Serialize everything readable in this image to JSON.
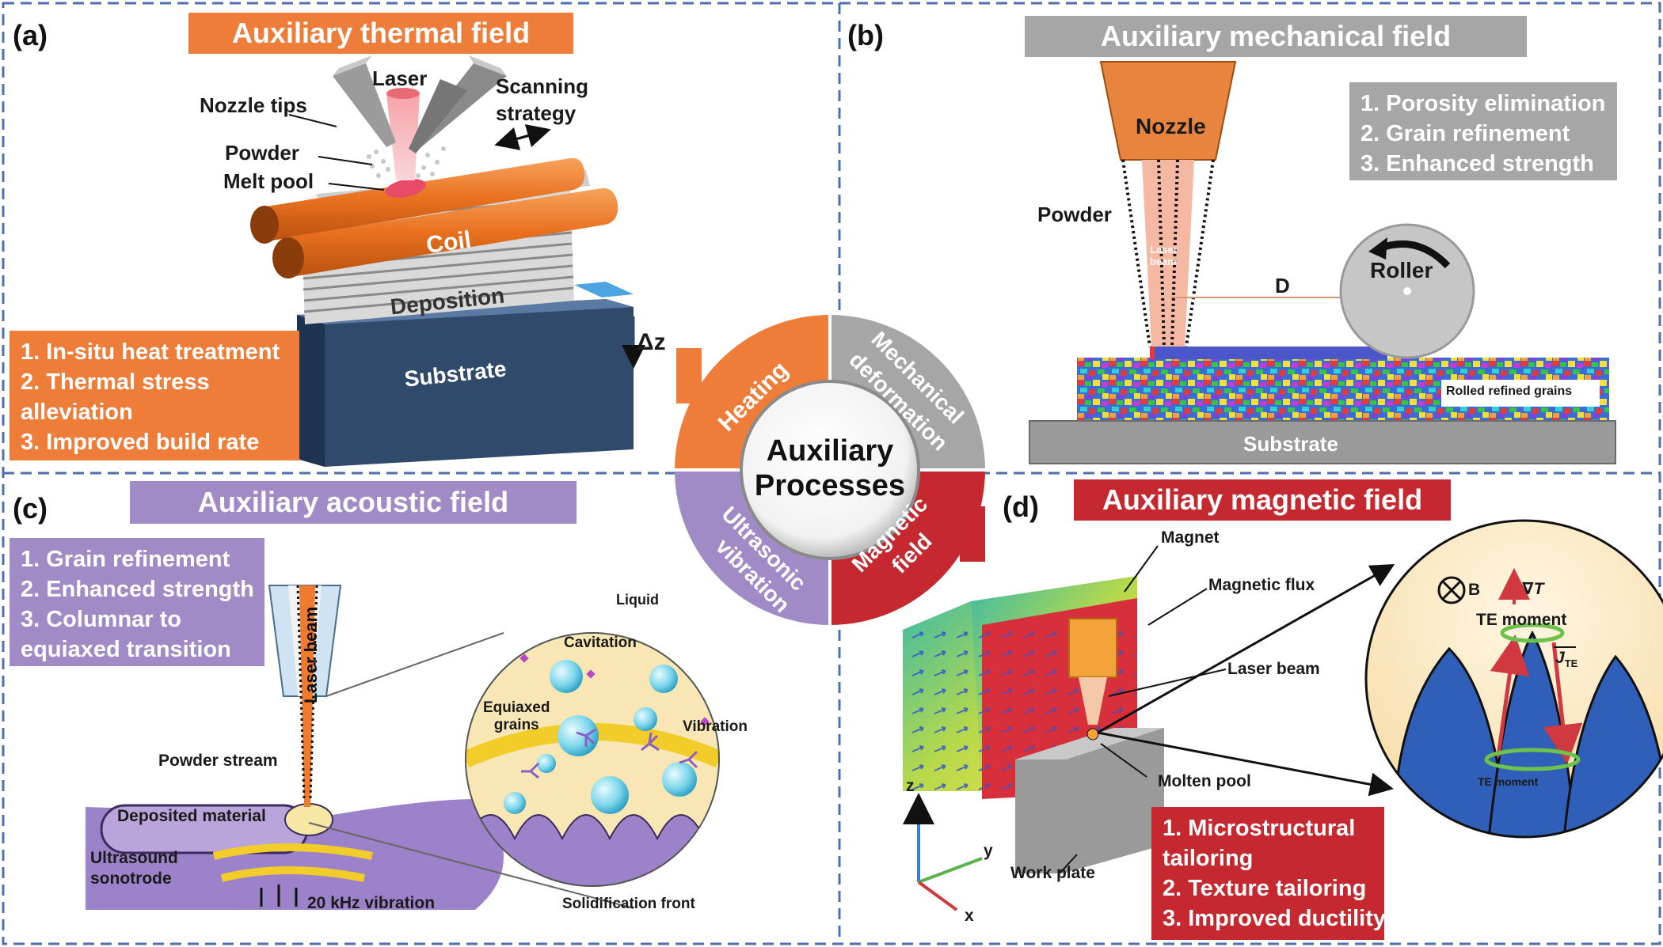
{
  "panels": {
    "a": {
      "label": "(a)",
      "title": "Auxiliary thermal field",
      "labels": {
        "laser": "Laser",
        "nozzle_tips": "Nozzle tips",
        "scanning_strategy": "Scanning\nstrategy",
        "powder": "Powder",
        "melt_pool": "Melt pool",
        "coil": "Coil",
        "deposition": "Deposition",
        "substrate": "Substrate",
        "dz": "Δz"
      },
      "effects": [
        "1. In-situ heat treatment",
        "2. Thermal stress",
        "alleviation",
        "3. Improved build rate"
      ]
    },
    "b": {
      "label": "(b)",
      "title": "Auxiliary mechanical field",
      "labels": {
        "nozzle": "Nozzle",
        "powder": "Powder",
        "laser_beam": "Laser\nbeam",
        "d": "D",
        "roller": "Roller",
        "rolled_grains": "Rolled refined grains",
        "substrate": "Substrate"
      },
      "effects": [
        "1. Porosity elimination",
        "2. Grain refinement",
        "3. Enhanced strength"
      ]
    },
    "c": {
      "label": "(c)",
      "title": "Auxiliary acoustic field",
      "labels": {
        "laser_beam": "Laser beam",
        "powder_stream": "Powder stream",
        "deposited_material": "Deposited material",
        "ultrasound_sonotrode": "Ultrasound\nsonotrode",
        "vibration_20khz": "20 kHz vibration",
        "liquid": "Liquid",
        "cavitation": "Cavitation",
        "equiaxed_grains": "Equiaxed\ngrains",
        "vibration": "Vibration",
        "solidification_front": "Solidification front"
      },
      "effects": [
        "1. Grain refinement",
        "2. Enhanced strength",
        "3. Columnar to",
        "equiaxed transition"
      ]
    },
    "d": {
      "label": "(d)",
      "title": "Auxiliary magnetic field",
      "labels": {
        "magnet": "Magnet",
        "magnetic_flux": "Magnetic flux",
        "laser_beam": "Laser beam",
        "molten_pool": "Molten pool",
        "work_plate": "Work plate",
        "axis_z": "z",
        "axis_y": "y",
        "axis_x": "x",
        "b_field": "B",
        "grad_t": "∇T",
        "te_moment_top": "TE moment",
        "j_te": "J",
        "j_te_sub": "TE",
        "te_moment_bottom": "TE moment"
      },
      "effects": [
        "1. Microstructural",
        "tailoring",
        "2. Texture tailoring",
        "3. Improved ductility"
      ]
    }
  },
  "center": {
    "title_line1": "Auxiliary",
    "title_line2": "Processes",
    "segments": {
      "heating": "Heating",
      "mechanical_1": "Mechanical",
      "mechanical_2": "deformation",
      "ultrasonic_1": "Ultrasonic",
      "ultrasonic_2": "vibration",
      "magnetic_1": "Magnetic",
      "magnetic_2": "field"
    }
  },
  "colors": {
    "thermal": "#ee7d3a",
    "mechanical": "#a6a6a6",
    "acoustic": "#a08bc6",
    "magnetic": "#c5282e",
    "divider": "#4f6fb0"
  }
}
